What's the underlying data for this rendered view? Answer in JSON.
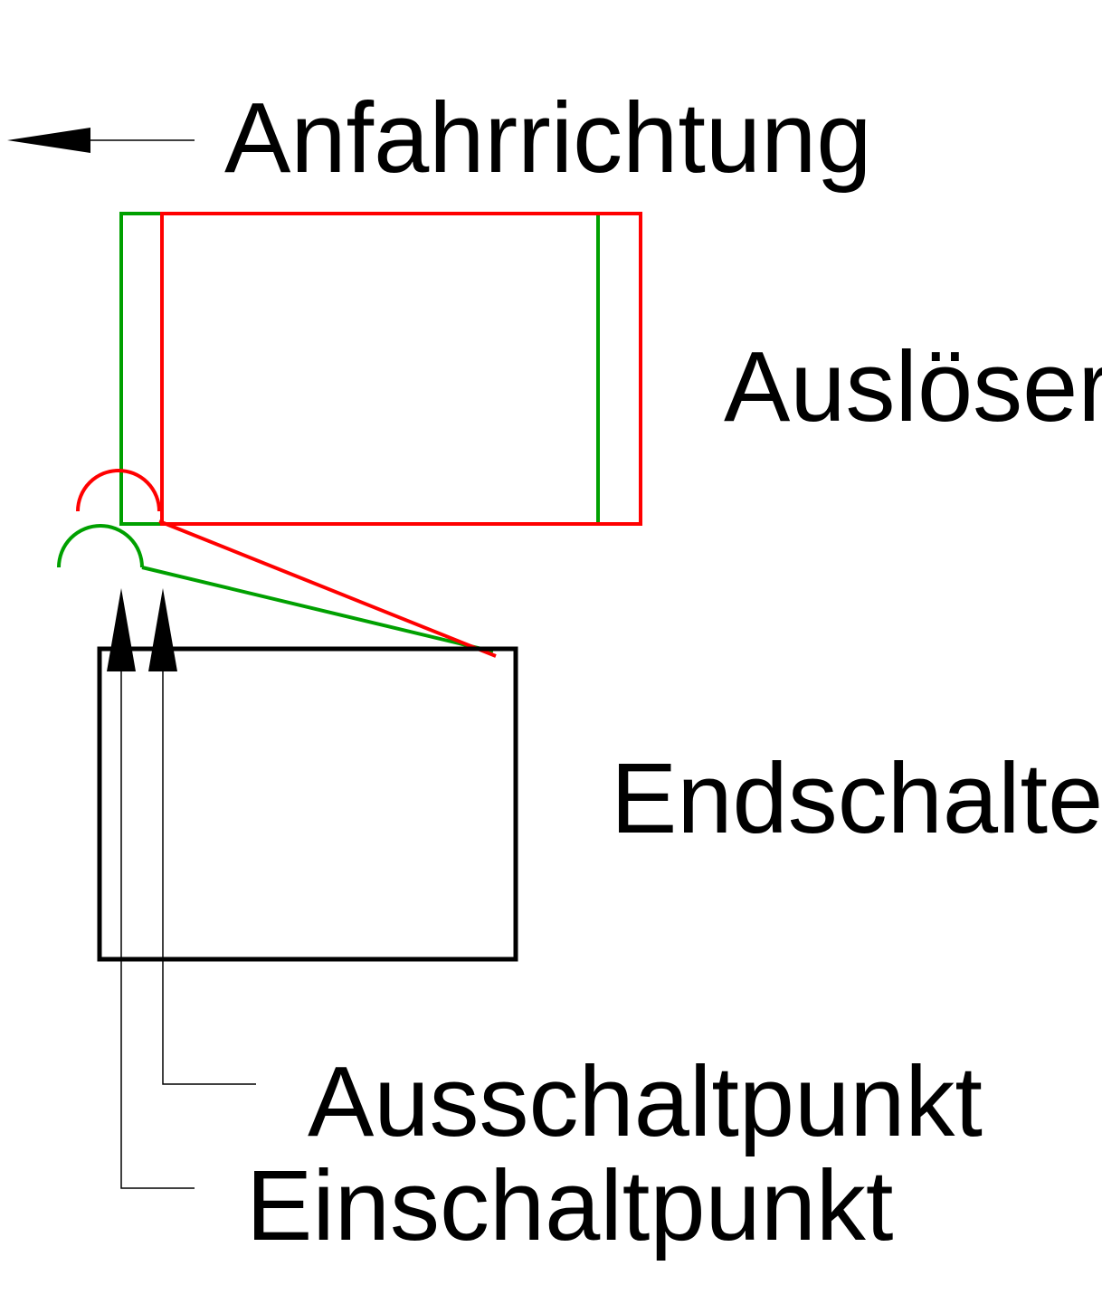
{
  "labels": {
    "approach_direction": "Anfahrrichtung",
    "trigger": "Auslöser",
    "limit_switch": "Endschalter",
    "switch_off_point": "Ausschaltpunkt",
    "switch_on_point": "Einschaltpunkt"
  },
  "colors": {
    "switch_on_state": "#00a000",
    "switch_off_state": "#ff0000",
    "outline": "#000000",
    "background": "#ffffff"
  }
}
